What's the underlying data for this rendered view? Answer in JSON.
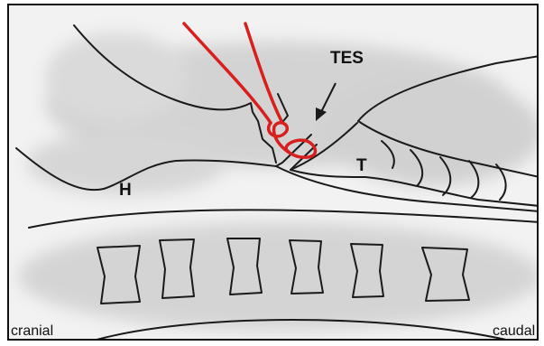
{
  "labels": {
    "tes": "TES",
    "h": "H",
    "t": "T",
    "cranial": "cranial",
    "caudal": "caudal"
  },
  "colors": {
    "outline": "#1a1a1a",
    "suture": "#d91e1e",
    "shading": "#cfcfcf",
    "background": "#f2f2f2"
  }
}
